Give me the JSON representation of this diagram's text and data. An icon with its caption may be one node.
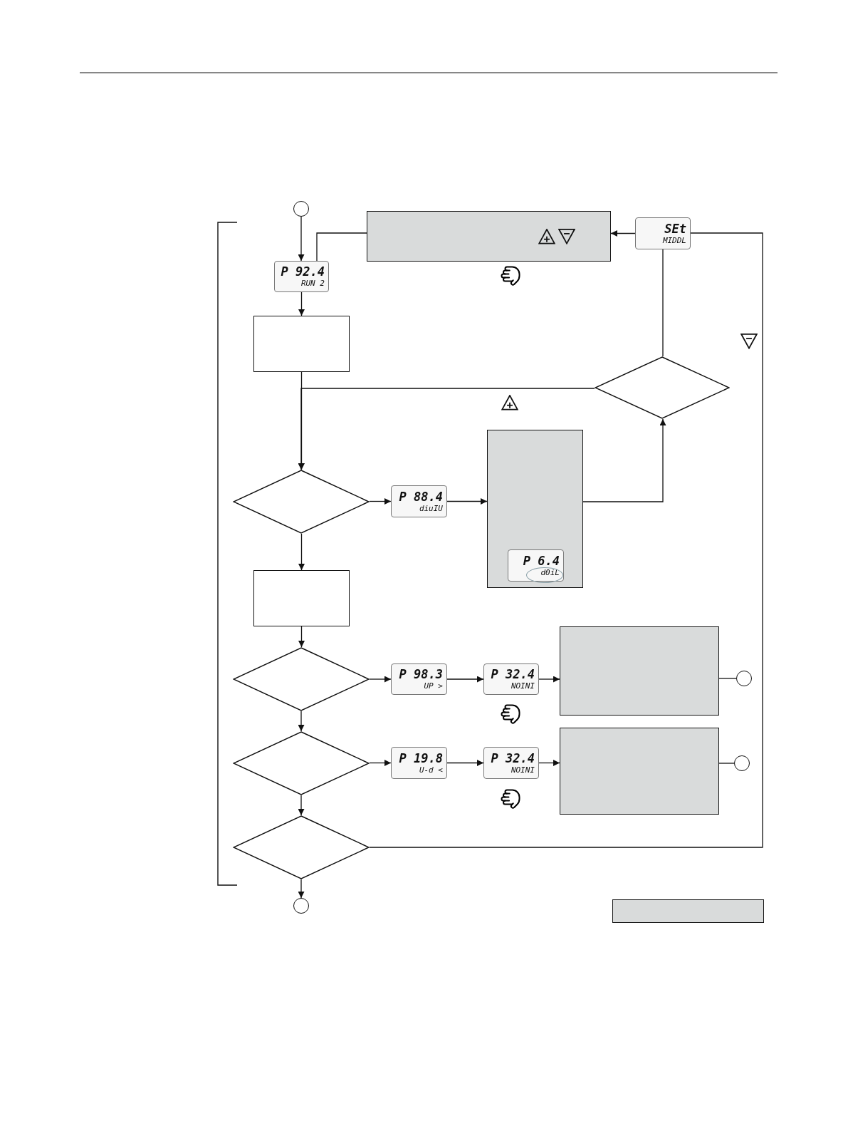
{
  "diagram": {
    "nodes": [
      {
        "text": [],
        "shape": "circle"
      },
      {
        "text": [],
        "shape": "box"
      },
      {
        "text": [
          "SEt",
          "MIDDL"
        ]
      },
      {
        "text": [
          "P 92.4",
          "RUN 2"
        ]
      },
      {
        "text": [],
        "shape": "box"
      },
      {
        "text": [],
        "shape": "diamond"
      },
      {
        "text": [],
        "shape": "diamond"
      },
      {
        "text": [
          "P 88.4",
          "diuIU"
        ]
      },
      {
        "text": [],
        "shape": "box"
      },
      {
        "text": [
          "P 6.4",
          "d0iL"
        ],
        "in": 8
      },
      {
        "text": [],
        "shape": "box"
      },
      {
        "text": [],
        "shape": "diamond"
      },
      {
        "text": [
          "P 98.3",
          "UP >"
        ]
      },
      {
        "text": [
          "P 32.4",
          "NOINI"
        ]
      },
      {
        "text": [],
        "shape": "box"
      },
      {
        "text": [],
        "shape": "circle"
      },
      {
        "text": [],
        "shape": "diamond"
      },
      {
        "text": [
          "P 19.8",
          "U-d <"
        ]
      },
      {
        "text": [
          "P 32.4",
          "NOINI"
        ]
      },
      {
        "text": [],
        "shape": "box"
      },
      {
        "text": [],
        "shape": "circle"
      },
      {
        "text": [],
        "shape": "diamond"
      },
      {
        "text": [],
        "shape": "circle"
      },
      {
        "text": [],
        "shape": "box"
      }
    ],
    "edges": [
      {
        "from": 0,
        "to": 3,
        "arrow": "to"
      },
      {
        "from": 3,
        "to": 4,
        "arrow": "to"
      },
      {
        "from": 1,
        "to": 3,
        "arrow": "none"
      },
      {
        "from": 2,
        "to": 1,
        "arrow": "to"
      },
      {
        "from": 21,
        "to": 2,
        "arrow": "none"
      },
      {
        "from": 5,
        "to": 2,
        "arrow": "none"
      },
      {
        "from": 4,
        "to": 6,
        "arrow": "to"
      },
      {
        "from": 5,
        "to": 6,
        "arrow": "to"
      },
      {
        "from": 6,
        "to": 7,
        "arrow": "to"
      },
      {
        "from": 7,
        "to": 8,
        "arrow": "to"
      },
      {
        "from": 8,
        "to": 5,
        "arrow": "to"
      },
      {
        "from": 6,
        "to": 10,
        "arrow": "to"
      },
      {
        "from": 10,
        "to": 11,
        "arrow": "to"
      },
      {
        "from": 11,
        "to": 12,
        "arrow": "to"
      },
      {
        "from": 12,
        "to": 13,
        "arrow": "to"
      },
      {
        "from": 13,
        "to": 14,
        "arrow": "to"
      },
      {
        "from": 14,
        "to": 15,
        "arrow": "none"
      },
      {
        "from": 11,
        "to": 16,
        "arrow": "to"
      },
      {
        "from": 16,
        "to": 17,
        "arrow": "to"
      },
      {
        "from": 17,
        "to": 18,
        "arrow": "to"
      },
      {
        "from": 18,
        "to": 19,
        "arrow": "to"
      },
      {
        "from": 19,
        "to": 20,
        "arrow": "none"
      },
      {
        "from": 16,
        "to": 21,
        "arrow": "to"
      },
      {
        "from": 21,
        "to": 22,
        "arrow": "to"
      }
    ]
  }
}
